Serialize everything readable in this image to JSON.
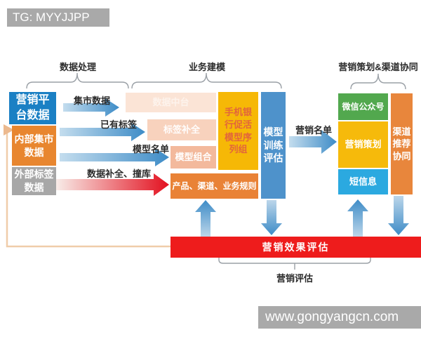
{
  "watermark_top": "TG: MYYJJPP",
  "watermark_bottom": "www.gongyangcn.com",
  "section_headers": {
    "data_processing": "数据处理",
    "business_modeling": "业务建模",
    "marketing_planning": "营销策划&渠道协同"
  },
  "source_stack": {
    "platform": "营销平台数据",
    "internal_mart": "内部集市数据",
    "external_tags": "外部标签数据"
  },
  "flow_labels": {
    "mart_data": "集市数据",
    "existing_tags": "已有标签",
    "model_list": "模型名单",
    "data_completion": "数据补全、撞库",
    "marketing_list": "营销名单"
  },
  "pipeline": {
    "step1": "数据中台",
    "step2": "标签补全",
    "step3": "模型组合",
    "step4": "产品、渠道、业务规则",
    "model_sequence": "手机银行促活模型序列组",
    "model_training": "模型训练评估"
  },
  "channels": {
    "wechat": "微信公众号",
    "planning": "营销策划",
    "sms": "短信息",
    "coordination": "渠道推荐协同"
  },
  "evaluation": {
    "effect_bar": "营销效果评估",
    "bracket_label": "营销评估"
  },
  "colors": {
    "platform_blue": "#1b80c4",
    "mart_orange": "#e8862f",
    "tag_gray": "#a7a7a7",
    "pipeline_peach_1": "#fbe4d6",
    "pipeline_peach_2": "#f8d2bd",
    "pipeline_peach_3": "#f3b99c",
    "pipeline_orange": "#e98236",
    "model_yellow": "#f6b806",
    "training_blue": "#4e92cb",
    "wechat_green": "#52a84e",
    "planning_yellow": "#f6ba0b",
    "sms_blue": "#2ba9e0",
    "coordination_orange": "#e8863c",
    "evaluation_red": "#ee1c1c",
    "arrow_blue": "#3e8cc7",
    "arrow_red": "#e3101f",
    "feedback_tan": "#f0cdaa"
  }
}
